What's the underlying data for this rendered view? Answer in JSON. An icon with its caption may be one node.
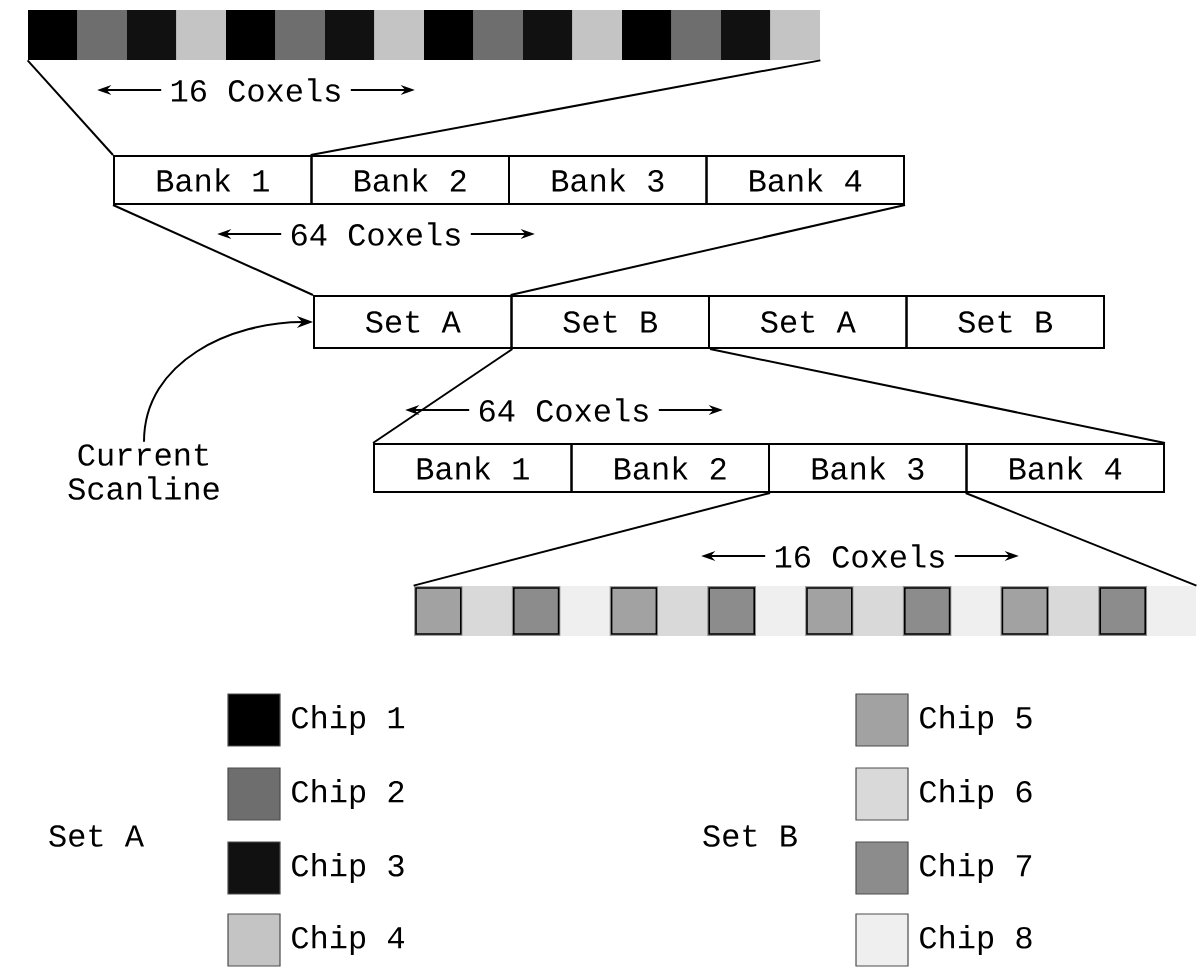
{
  "diagram": {
    "nodes": [
      {
        "text": [],
        "shape": "bar"
      },
      {
        "text": [
          "Bank 1"
        ]
      },
      {
        "text": [
          "Bank 2"
        ]
      },
      {
        "text": [
          "Bank 3"
        ]
      },
      {
        "text": [
          "Bank 4"
        ]
      },
      {
        "text": [
          "Set A"
        ]
      },
      {
        "text": [
          "Set B"
        ]
      },
      {
        "text": [
          "Set A"
        ]
      },
      {
        "text": [
          "Set B"
        ]
      },
      {
        "text": [
          "Current Scanline"
        ]
      },
      {
        "text": [
          "Bank 1"
        ]
      },
      {
        "text": [
          "Bank 2"
        ]
      },
      {
        "text": [
          "Bank 3"
        ]
      },
      {
        "text": [
          "Bank 4"
        ]
      },
      {
        "text": [],
        "shape": "bar"
      }
    ],
    "edges": [
      {
        "from": 0,
        "to": 1,
        "arrow": "none"
      },
      {
        "from": 0,
        "to": 1,
        "arrow": "none"
      },
      {
        "from": 1,
        "to": 5,
        "arrow": "none"
      },
      {
        "from": 4,
        "to": 5,
        "arrow": "none"
      },
      {
        "from": 9,
        "to": 5,
        "arrow": "to"
      },
      {
        "from": 6,
        "to": 10,
        "arrow": "none"
      },
      {
        "from": 6,
        "to": 13,
        "arrow": "none"
      },
      {
        "from": 12,
        "to": 14,
        "arrow": "none"
      },
      {
        "from": 12,
        "to": 14,
        "arrow": "none"
      }
    ],
    "labels": [
      "16 Coxels",
      "64 Coxels",
      "64 Coxels",
      "16 Coxels",
      "Set A",
      "Set B"
    ],
    "legend": [
      {
        "text": "Chip 1",
        "color": "#000000"
      },
      {
        "text": "Chip 2",
        "color": "#6e6e6e"
      },
      {
        "text": "Chip 3",
        "color": "#111111"
      },
      {
        "text": "Chip 4",
        "color": "#c4c4c4"
      },
      {
        "text": "Chip 5",
        "color": "#a2a2a2"
      },
      {
        "text": "Chip 6",
        "color": "#d9d9d9"
      },
      {
        "text": "Chip 7",
        "color": "#8c8c8c"
      },
      {
        "text": "Chip 8",
        "color": "#efefef"
      }
    ]
  }
}
